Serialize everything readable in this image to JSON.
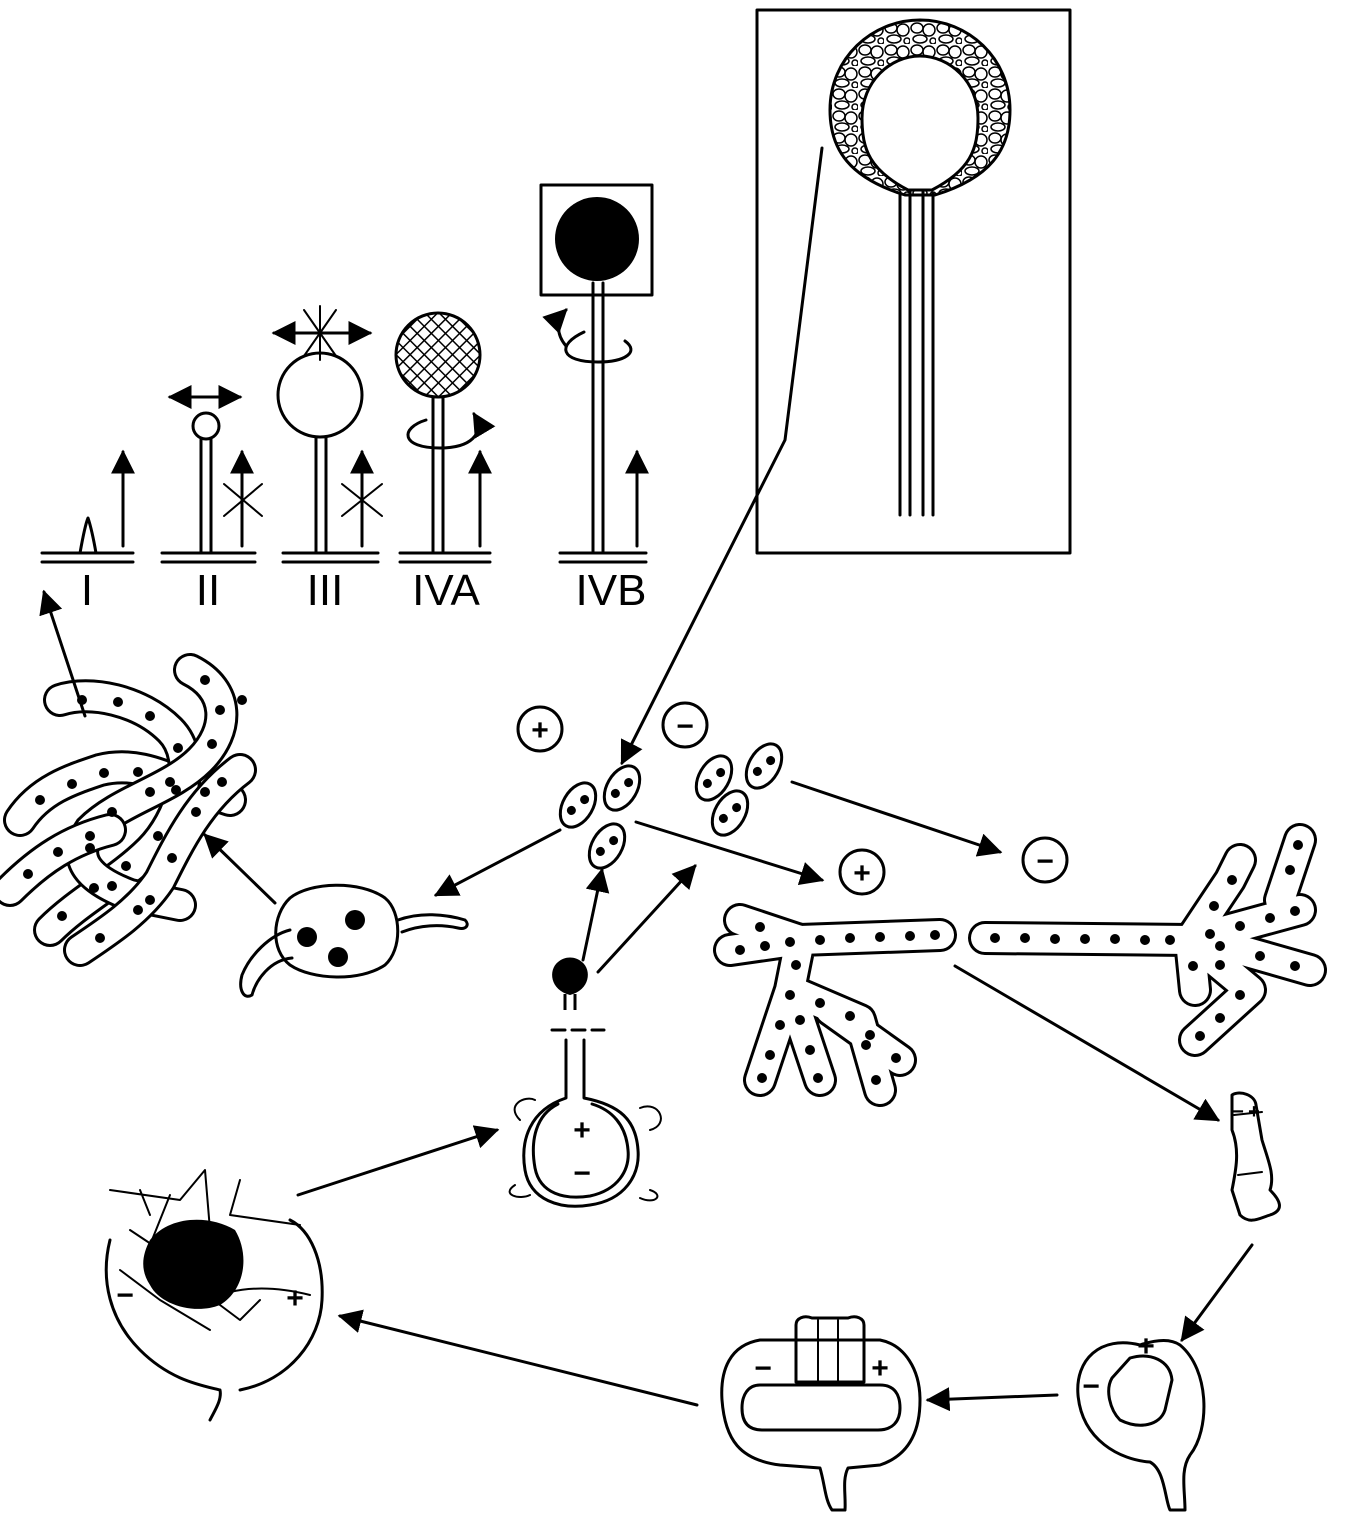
{
  "stage_labels": [
    "I",
    "II",
    "III",
    "IVA",
    "IVB"
  ],
  "mating_types": {
    "plus": "+",
    "minus": "−"
  },
  "colors": {
    "ink": "#000000",
    "paper": "#ffffff"
  }
}
